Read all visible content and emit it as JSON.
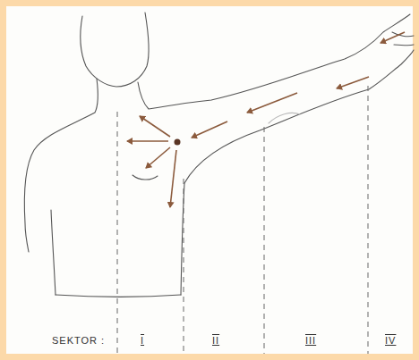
{
  "diagram": {
    "labels": [
      "SEKTOR :",
      "I",
      "II",
      "III",
      "IV"
    ]
  }
}
